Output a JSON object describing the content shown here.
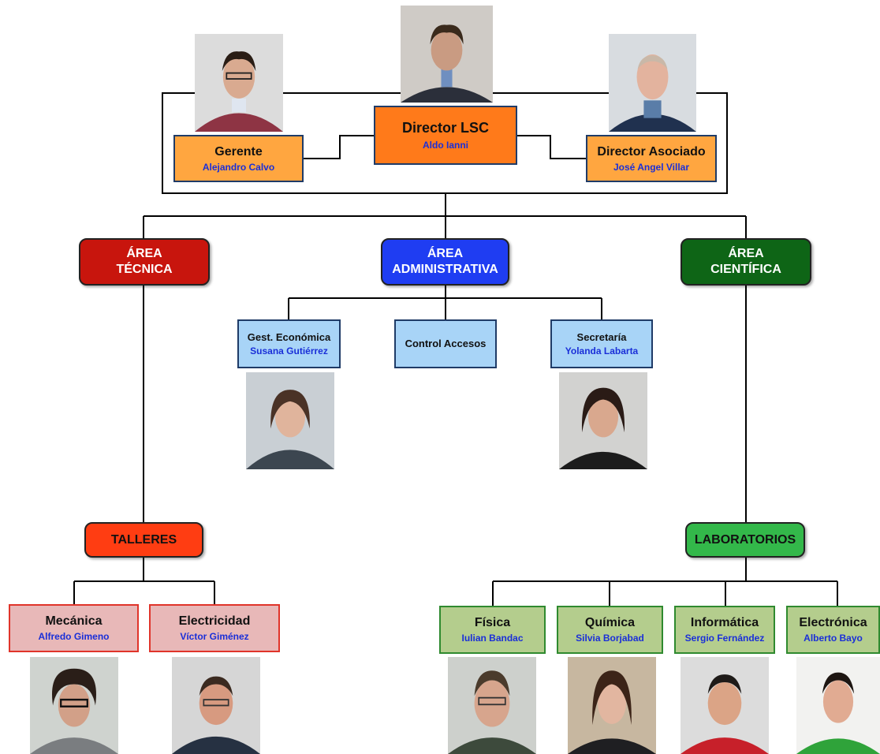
{
  "top": {
    "director": {
      "title": "Director LSC",
      "name": "Aldo Ianni"
    },
    "gerente": {
      "title": "Gerente",
      "name": "Alejandro Calvo"
    },
    "asociado": {
      "title": "Director Asociado",
      "name": "José Angel Villar"
    }
  },
  "areas": {
    "tecnica": {
      "line1": "ÁREA",
      "line2": "TÉCNICA"
    },
    "administrativa": {
      "line1": "ÁREA",
      "line2": "ADMINISTRATIVA"
    },
    "cientifica": {
      "line1": "ÁREA",
      "line2": "CIENTÍFICA"
    }
  },
  "admin": {
    "gest": {
      "title": "Gest. Económica",
      "name": "Susana Gutiérrez"
    },
    "control": {
      "title": "Control Accesos"
    },
    "secretaria": {
      "title": "Secretaría",
      "name": "Yolanda Labarta"
    }
  },
  "talleres": {
    "label": "TALLERES",
    "mecanica": {
      "title": "Mecánica",
      "name": "Alfredo Gimeno"
    },
    "electricidad": {
      "title": "Electricidad",
      "name": "Víctor Giménez"
    }
  },
  "laboratorios": {
    "label": "LABORATORIOS",
    "fisica": {
      "title": "Física",
      "name": "Iulian Bandac"
    },
    "quimica": {
      "title": "Química",
      "name": "Silvia Borjabad"
    },
    "informatica": {
      "title": "Informática",
      "name": "Sergio Fernández"
    },
    "electronica": {
      "title": "Electrónica",
      "name": "Alberto Bayo"
    }
  },
  "colors": {
    "director_box": "#ff7a1a",
    "top_box": "#ffa640",
    "tecnica": "#c8150d",
    "administrativa": "#1f3df2",
    "cientifica": "#0e6516",
    "admin_units": "#a8d4f7",
    "talleres": "#ff3d12",
    "taller_units": "#e8b8b8",
    "laboratorios": "#33b84a",
    "lab_units": "#b4cd8d",
    "name_text": "#1a2fd8"
  }
}
